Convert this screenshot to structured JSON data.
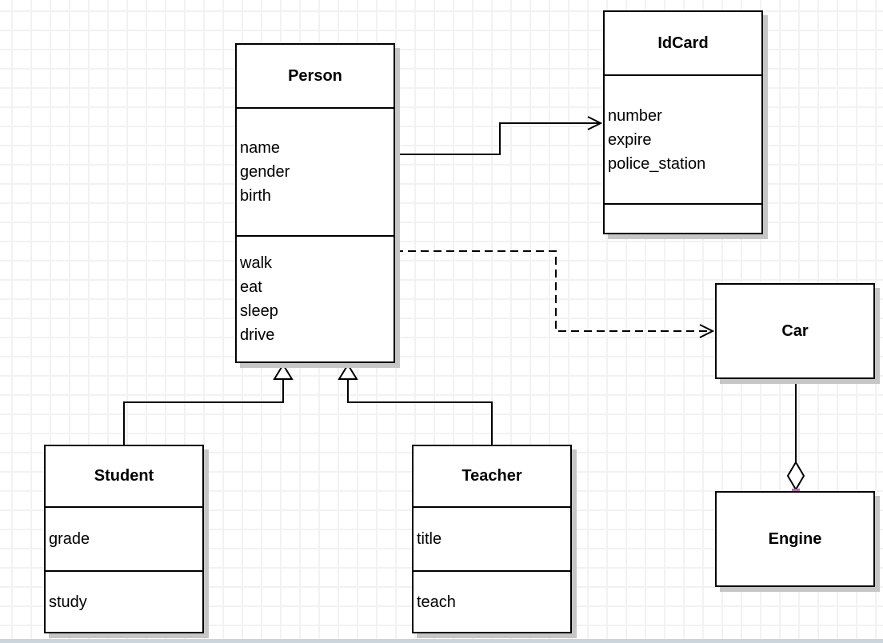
{
  "diagram": {
    "type": "uml-class-diagram",
    "classes": [
      {
        "name": "Person",
        "attributes": [
          "name",
          "gender",
          "birth"
        ],
        "methods": [
          "walk",
          "eat",
          "sleep",
          "drive"
        ]
      },
      {
        "name": "IdCard",
        "attributes": [
          "number",
          "expire",
          "police_station"
        ],
        "methods": []
      },
      {
        "name": "Car",
        "attributes": [],
        "methods": []
      },
      {
        "name": "Engine",
        "attributes": [],
        "methods": []
      },
      {
        "name": "Student",
        "attributes": [
          "grade"
        ],
        "methods": [
          "study"
        ]
      },
      {
        "name": "Teacher",
        "attributes": [
          "title"
        ],
        "methods": [
          "teach"
        ]
      }
    ],
    "relationships": [
      {
        "from": "Person",
        "to": "IdCard",
        "type": "association",
        "line": "solid",
        "marker": "open-arrow"
      },
      {
        "from": "Person",
        "to": "Car",
        "type": "dependency",
        "line": "dashed",
        "marker": "open-arrow"
      },
      {
        "from": "Student",
        "to": "Person",
        "type": "generalization",
        "line": "solid",
        "marker": "hollow-triangle"
      },
      {
        "from": "Teacher",
        "to": "Person",
        "type": "generalization",
        "line": "solid",
        "marker": "hollow-triangle"
      },
      {
        "from": "Car",
        "to": "Engine",
        "type": "aggregation",
        "line": "solid",
        "marker": "hollow-diamond"
      }
    ],
    "colors": {
      "box_border": "#000000",
      "box_fill": "#ffffff",
      "connector": "#000000",
      "shadow": "#c6c6c6",
      "grid_line": "#f2f2f2",
      "canvas_bg": "#ffffff",
      "endpoint_handle": "#b766b7",
      "bottom_edge": "#ccd5dc"
    }
  }
}
